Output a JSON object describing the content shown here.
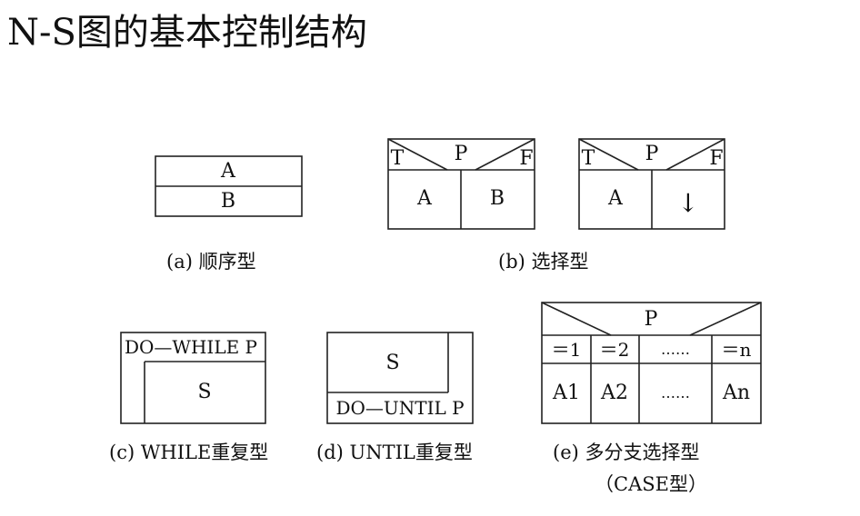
{
  "title": "N-S图的基本控制结构",
  "a": {
    "top": "A",
    "bottom": "B",
    "caption": "(a) 顺序型"
  },
  "b": {
    "left": {
      "t": "T",
      "p": "P",
      "f": "F",
      "true_branch": "A",
      "false_branch": "B"
    },
    "right": {
      "t": "T",
      "p": "P",
      "f": "F",
      "true_branch": "A",
      "false_branch": "↓"
    },
    "caption": "(b) 选择型"
  },
  "c": {
    "condition": "DO—WHILE P",
    "body": "S",
    "caption": "(c) WHILE重复型"
  },
  "d": {
    "condition": "DO—UNTIL P",
    "body": "S",
    "caption": "(d) UNTIL重复型"
  },
  "e": {
    "p": "P",
    "cases": [
      "＝1",
      "＝2",
      "……",
      "＝n"
    ],
    "actions": [
      "A1",
      "A2",
      "……",
      "An"
    ],
    "caption": "(e) 多分支选择型",
    "caption2": "（CASE型）"
  }
}
